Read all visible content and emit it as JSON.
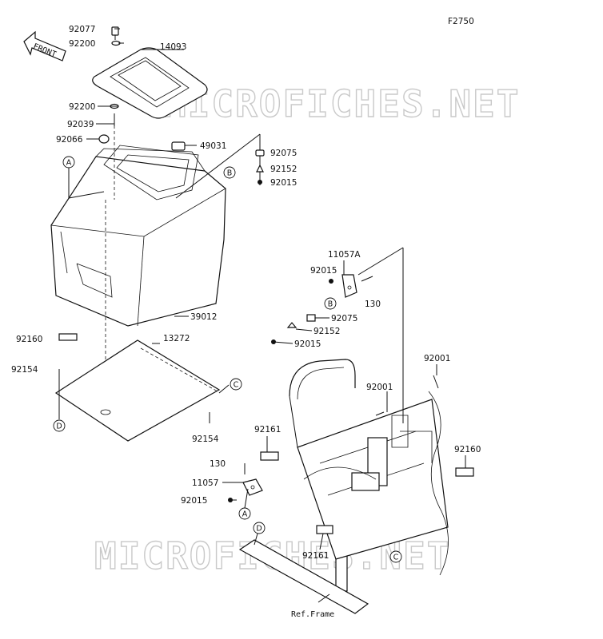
{
  "diagram_code": "F2750",
  "front_label": "FRONT",
  "watermark": "MICROFICHES.NET",
  "frame_label": "Ref.Frame",
  "part_labels": {
    "p92077": "92077",
    "p92200a": "92200",
    "p14093": "14093",
    "p92200b": "92200",
    "p92039": "92039",
    "p92066": "92066",
    "p49031": "49031",
    "p92075a": "92075",
    "p92152a": "92152",
    "p92015a": "92015",
    "p39012": "39012",
    "p92160a": "92160",
    "p13272": "13272",
    "p92154a": "92154",
    "p92154b": "92154",
    "p11057A": "11057A",
    "p92015b": "92015",
    "p130a": "130",
    "p92075b": "92075",
    "p92152b": "92152",
    "p92015c": "92015",
    "p92001a": "92001",
    "p92001b": "92001",
    "p92161a": "92161",
    "p92160b": "92160",
    "p130b": "130",
    "p11057": "11057",
    "p92015d": "92015",
    "p92161b": "92161"
  },
  "callouts": {
    "A": "A",
    "B": "B",
    "C": "C",
    "D": "D"
  }
}
